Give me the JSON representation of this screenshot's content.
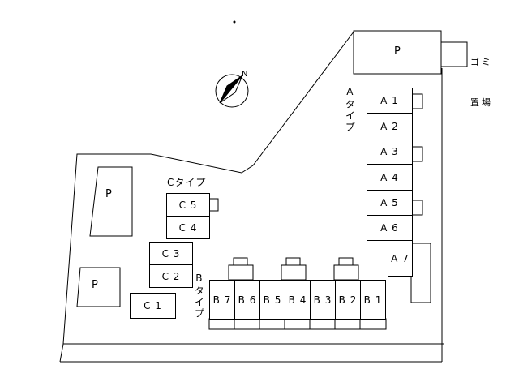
{
  "compass": {
    "north_label": "N"
  },
  "garbage_area": {
    "line1": "ゴミ",
    "line2": "置場"
  },
  "parking_label": "P",
  "building_types": {
    "a_label": "Aタイプ",
    "b_label": "Bタイプ",
    "c_label": "Cタイプ"
  },
  "units": {
    "a": [
      "A 1",
      "A 2",
      "A 3",
      "A 4",
      "A 5",
      "A 6",
      "A 7"
    ],
    "b": [
      "B 7",
      "B 6",
      "B 5",
      "B 4",
      "B 3",
      "B 2",
      "B 1"
    ],
    "c": [
      "C 5",
      "C 4",
      "C 3",
      "C 2",
      "C 1"
    ]
  },
  "colors": {
    "line": "#000000",
    "background": "#ffffff"
  }
}
